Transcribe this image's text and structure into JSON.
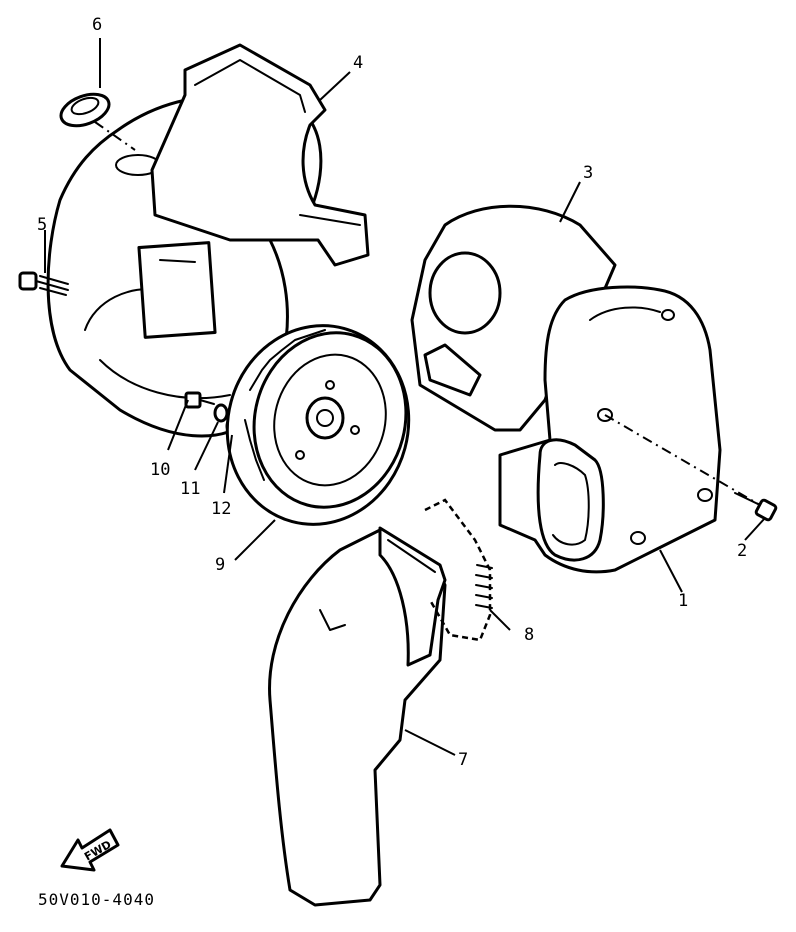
{
  "callouts": {
    "c1": "1",
    "c2": "2",
    "c3": "3",
    "c4": "4",
    "c5": "5",
    "c6": "6",
    "c7": "7",
    "c8": "8",
    "c9": "9",
    "c10": "10",
    "c11": "11",
    "c12": "12"
  },
  "fwd_label": "FWD",
  "diagram_code": "50V010-4040"
}
